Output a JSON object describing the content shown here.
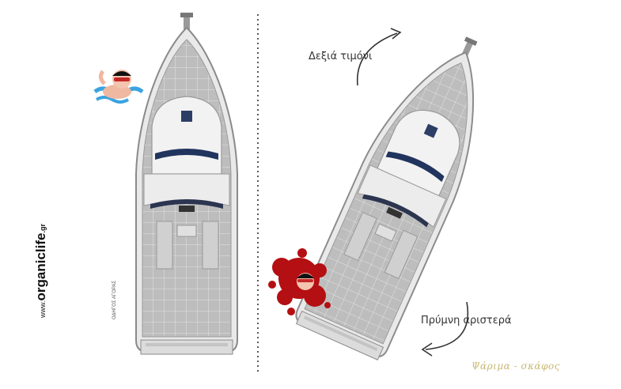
{
  "labels": {
    "right_helm": "Δεξιά τιμόνι",
    "stern_left": "Πρύμνη αριστερά"
  },
  "brand": {
    "prefix": "www.",
    "name": "organiclife",
    "suffix": ".gr",
    "tagline": "ΟΔΗΓΟΣ ΑΓΟΡΑΣ"
  },
  "watermark": "Ψάριμα - σκάφος",
  "colors": {
    "hull": "#d8d8d8",
    "deck": "#b9b9b9",
    "blood": "#b40f12",
    "arrow": "#333333"
  },
  "icons": [
    "swimmer-icon",
    "injured-swimmer-icon",
    "curved-arrow-icon",
    "boat-icon"
  ]
}
